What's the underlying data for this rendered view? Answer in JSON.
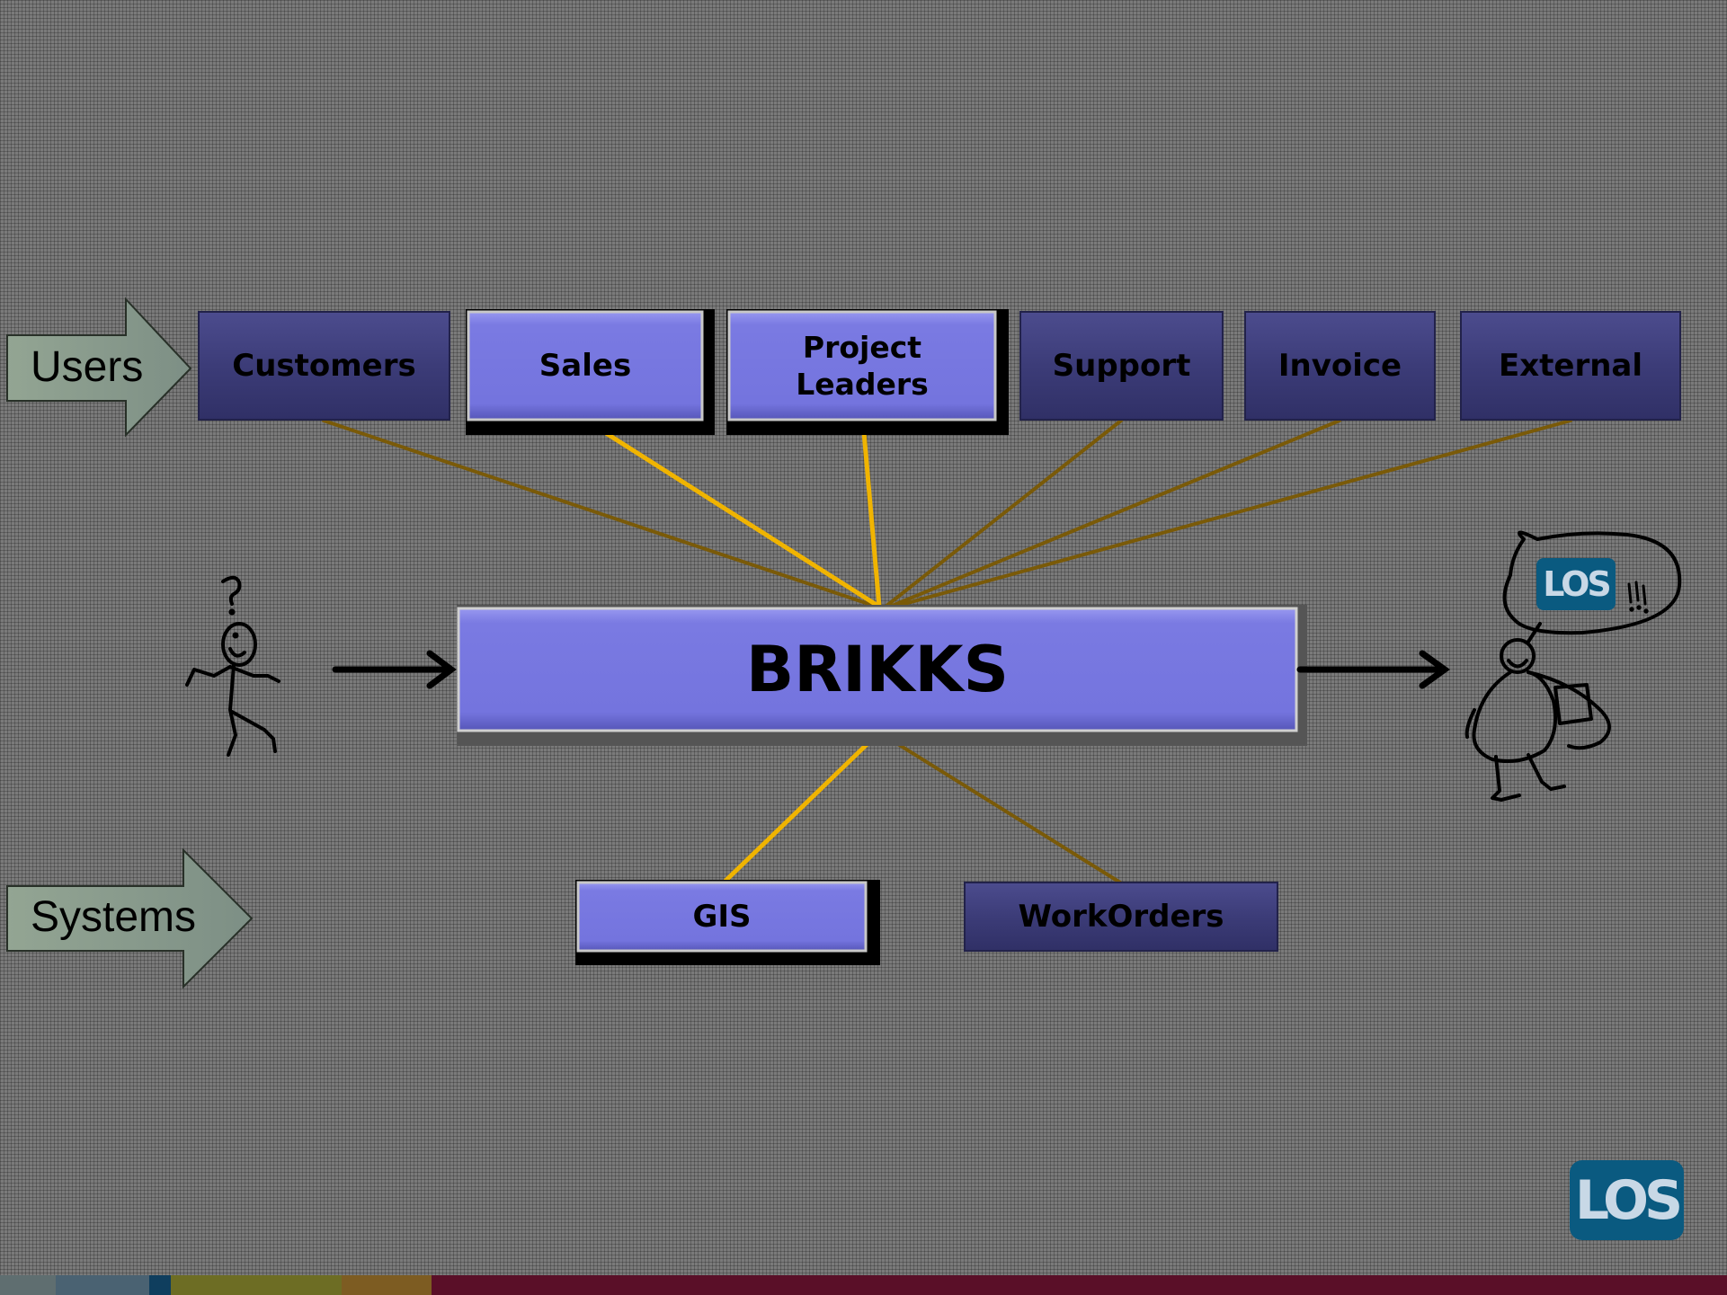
{
  "arrows": {
    "users_label": "Users",
    "systems_label": "Systems"
  },
  "users": {
    "customers": "Customers",
    "sales": "Sales",
    "project_leaders": "Project\nLeaders",
    "support": "Support",
    "invoice": "Invoice",
    "external": "External"
  },
  "center": {
    "label": "BRIKKS"
  },
  "systems": {
    "gis": "GIS",
    "workorders": "WorkOrders"
  },
  "logo": {
    "text": "LOS"
  },
  "colors": {
    "active_box": "#7878e0",
    "inactive_box": "#3c3c78",
    "active_line": "#f0b400",
    "inactive_line": "#7a5a08",
    "logo_blue": "#0a5a80"
  }
}
